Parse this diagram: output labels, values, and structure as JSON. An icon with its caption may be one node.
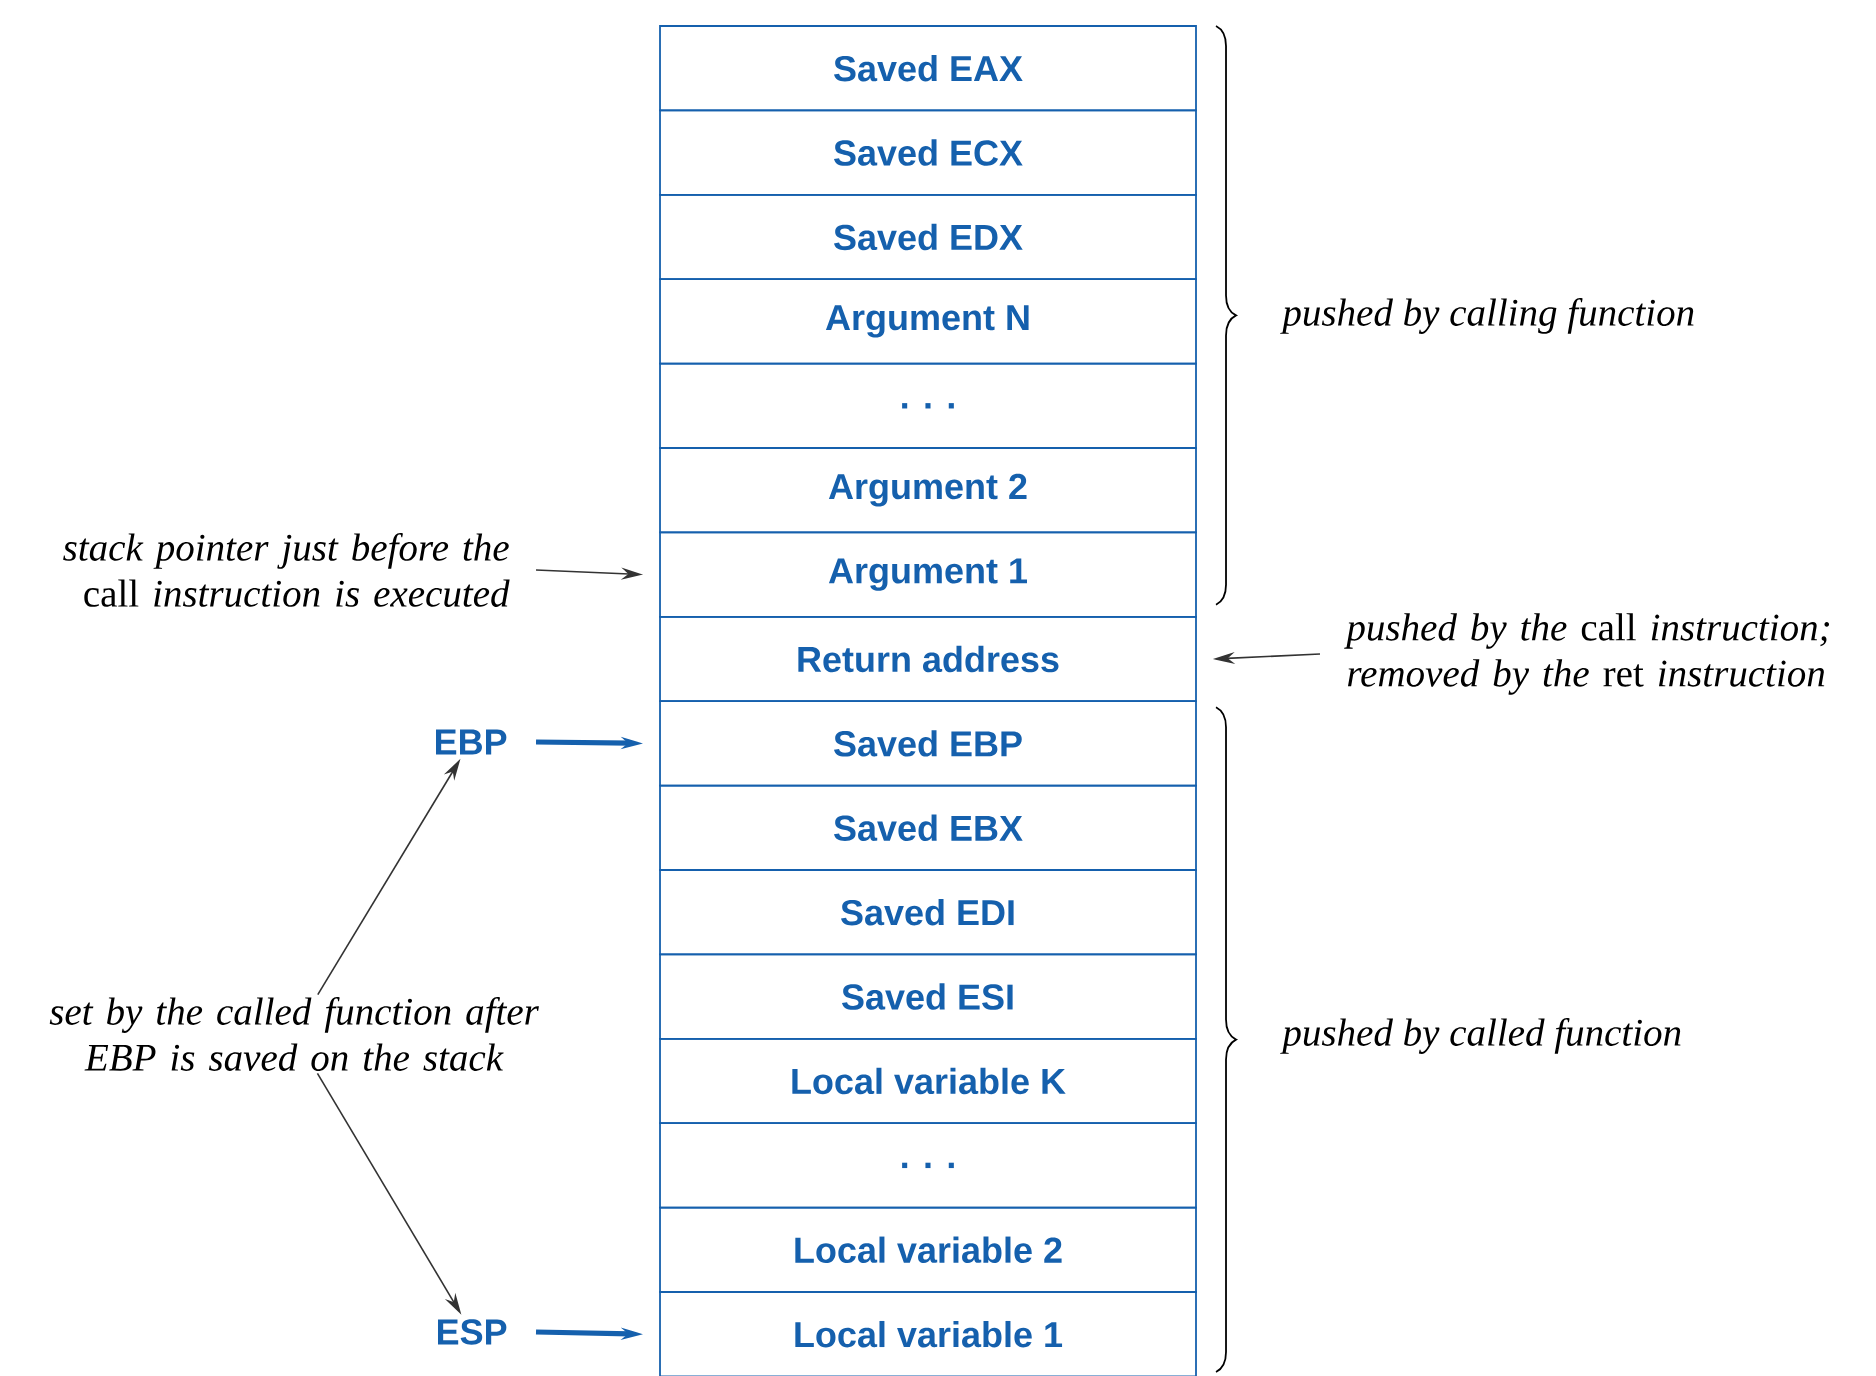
{
  "diagram": {
    "nodes": [
      {
        "text": [
          "Saved EAX"
        ]
      },
      {
        "text": [
          "Saved ECX"
        ]
      },
      {
        "text": [
          "Saved EDX"
        ]
      },
      {
        "text": [
          "Argument N"
        ]
      },
      {
        "text": [
          ". . ."
        ]
      },
      {
        "text": [
          "Argument 2"
        ]
      },
      {
        "text": [
          "Argument 1"
        ]
      },
      {
        "text": [
          "Return address"
        ]
      },
      {
        "text": [
          "Saved EBP"
        ]
      },
      {
        "text": [
          "Saved EBX"
        ]
      },
      {
        "text": [
          "Saved EDI"
        ]
      },
      {
        "text": [
          "Saved ESI"
        ]
      },
      {
        "text": [
          "Local variable K"
        ]
      },
      {
        "text": [
          ". . ."
        ]
      },
      {
        "text": [
          "Local variable 2"
        ]
      },
      {
        "text": [
          "Local variable 1"
        ]
      },
      {
        "text": [
          "*stack pointer just before the* call *instruction is executed*"
        ]
      },
      {
        "text": [
          "*pushed by the* call *instruction; removed by the* ret *instruction*"
        ]
      },
      {
        "text": [
          "EBP"
        ]
      },
      {
        "text": [
          "ESP"
        ]
      },
      {
        "text": [
          "set by the called function after EBP is saved on the stack"
        ]
      }
    ],
    "edges": [
      {
        "from": 16,
        "to": 6,
        "arrow": "to"
      },
      {
        "from": 17,
        "to": 7,
        "arrow": "to"
      },
      {
        "from": 18,
        "to": 8,
        "arrow": "to",
        "style": "thick",
        "color": "#1560ad"
      },
      {
        "from": 19,
        "to": 15,
        "arrow": "to",
        "style": "thick",
        "color": "#1560ad"
      },
      {
        "from": 20,
        "to": 18,
        "arrow": "to"
      },
      {
        "from": 20,
        "to": 19,
        "arrow": "to"
      }
    ],
    "labels": [
      "pushed by calling function",
      "pushed by called function"
    ]
  }
}
